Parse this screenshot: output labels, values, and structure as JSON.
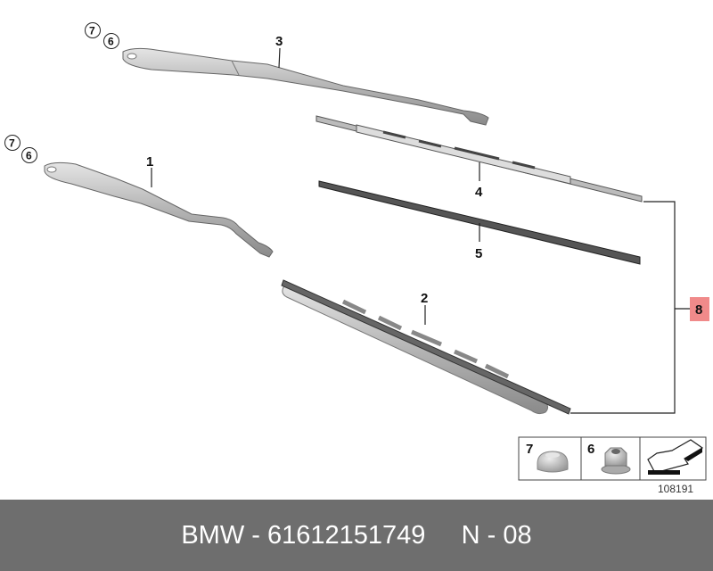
{
  "diagram": {
    "callouts": {
      "arm_rear": "3",
      "arm_front": "1",
      "blade_assembly": "4",
      "wiper_rubber": "5",
      "wiper_blade": "2",
      "set": "8",
      "cap": "7",
      "nut": "6"
    },
    "legend": {
      "cap_label": "7",
      "nut_label": "6",
      "arrow_icon": "direction-arrow-icon"
    },
    "reference_number": "108191",
    "highlight_color": "#f08a8a"
  },
  "footer": {
    "text": "BMW - 61612151749     N - 08"
  }
}
